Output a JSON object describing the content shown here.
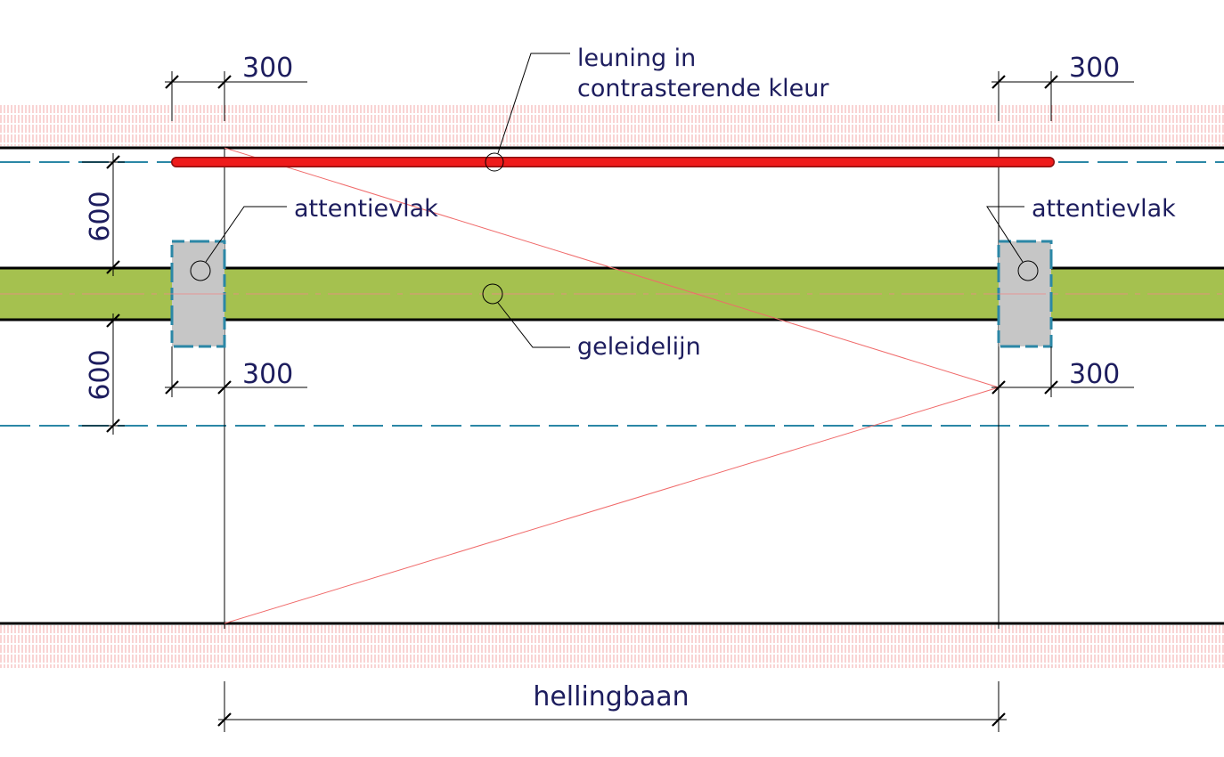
{
  "labels": {
    "handrail_line1": "leuning in",
    "handrail_line2": "contrasterende kleur",
    "attention_left": "attentievlak",
    "attention_right": "attentievlak",
    "guide_line": "geleidelijn",
    "ramp": "hellingbaan"
  },
  "dimensions": {
    "top_left": "300",
    "top_right": "300",
    "mid_left": "300",
    "mid_right": "300",
    "vertical_top": "600",
    "vertical_bottom": "600"
  },
  "colors": {
    "handrail": "#ee1b1b",
    "guide_strip": "#a5c14f",
    "guide_centerline": "#f08a8a",
    "attention_area": "#c6c6c6",
    "attention_border": "#2b87a6",
    "dashed_line": "#2b87a6",
    "hatch": "#f3a9a9",
    "slope_line": "#f06a6a",
    "text": "#1d1d5e"
  }
}
